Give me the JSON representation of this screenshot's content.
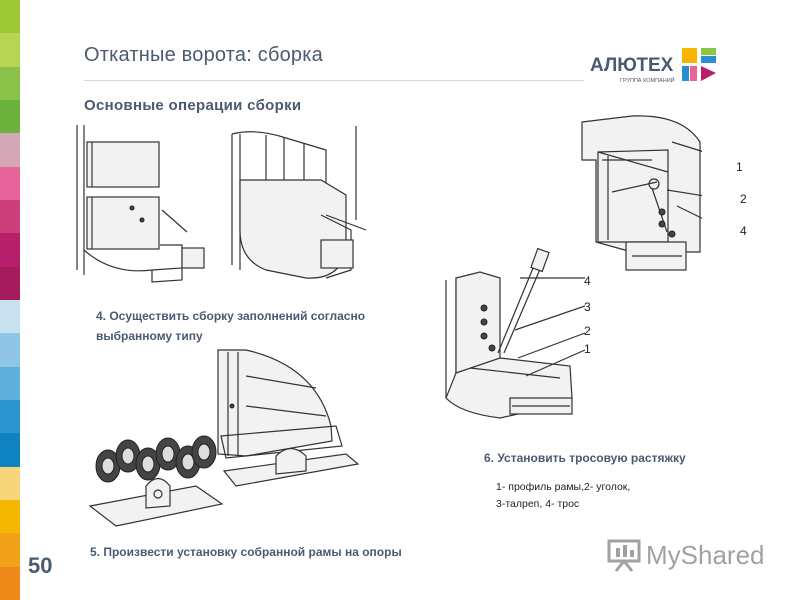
{
  "slide": {
    "title": "Откатные ворота: сборка",
    "subtitle": "Основные операции сборки",
    "page_number": "50"
  },
  "logo": {
    "name": "АЛЮТЕХ",
    "tagline": "ГРУППА КОМПАНИЙ"
  },
  "steps": {
    "step4": "4. Осуществить сборку заполнений согласно выбранному типу",
    "step5": "5. Произвести установку собранной рамы на опоры",
    "step6": "6. Установить тросовую растяжку"
  },
  "legend": {
    "line1": "1- профиль рамы,2- уголок,",
    "line2": "3-талреп, 4- трос"
  },
  "callouts_top": [
    "1",
    "2",
    "4"
  ],
  "callouts_mid": [
    "4",
    "3",
    "2",
    "1"
  ],
  "watermark": "MyShared",
  "colorbar": [
    "#9ec935",
    "#b8d453",
    "#8ac24a",
    "#6ab23c",
    "#d4a7b6",
    "#e6649a",
    "#cc3f7a",
    "#b81f6a",
    "#a51c5d",
    "#c7e1f0",
    "#8fc6e6",
    "#5fb0dc",
    "#2b95cf",
    "#0f82c2",
    "#f7d57a",
    "#f5b800",
    "#f4a11a",
    "#ef8a1a"
  ]
}
